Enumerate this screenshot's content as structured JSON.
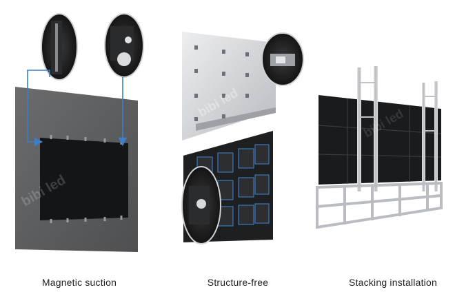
{
  "panels": [
    {
      "caption": "Magnetic suction",
      "illustration": "magnetic-suction-wall-mount"
    },
    {
      "caption": "Structure-free",
      "illustration": "structure-free-module-panel"
    },
    {
      "caption": "Stacking installation",
      "illustration": "stacking-frame-video-wall"
    }
  ],
  "watermark": "bibi led",
  "colors": {
    "wall": "#5e5f61",
    "screen": "#141516",
    "arrow": "#3d7ec4",
    "frame": "#c9ccd0",
    "metal_plate": "#d9dbde"
  }
}
